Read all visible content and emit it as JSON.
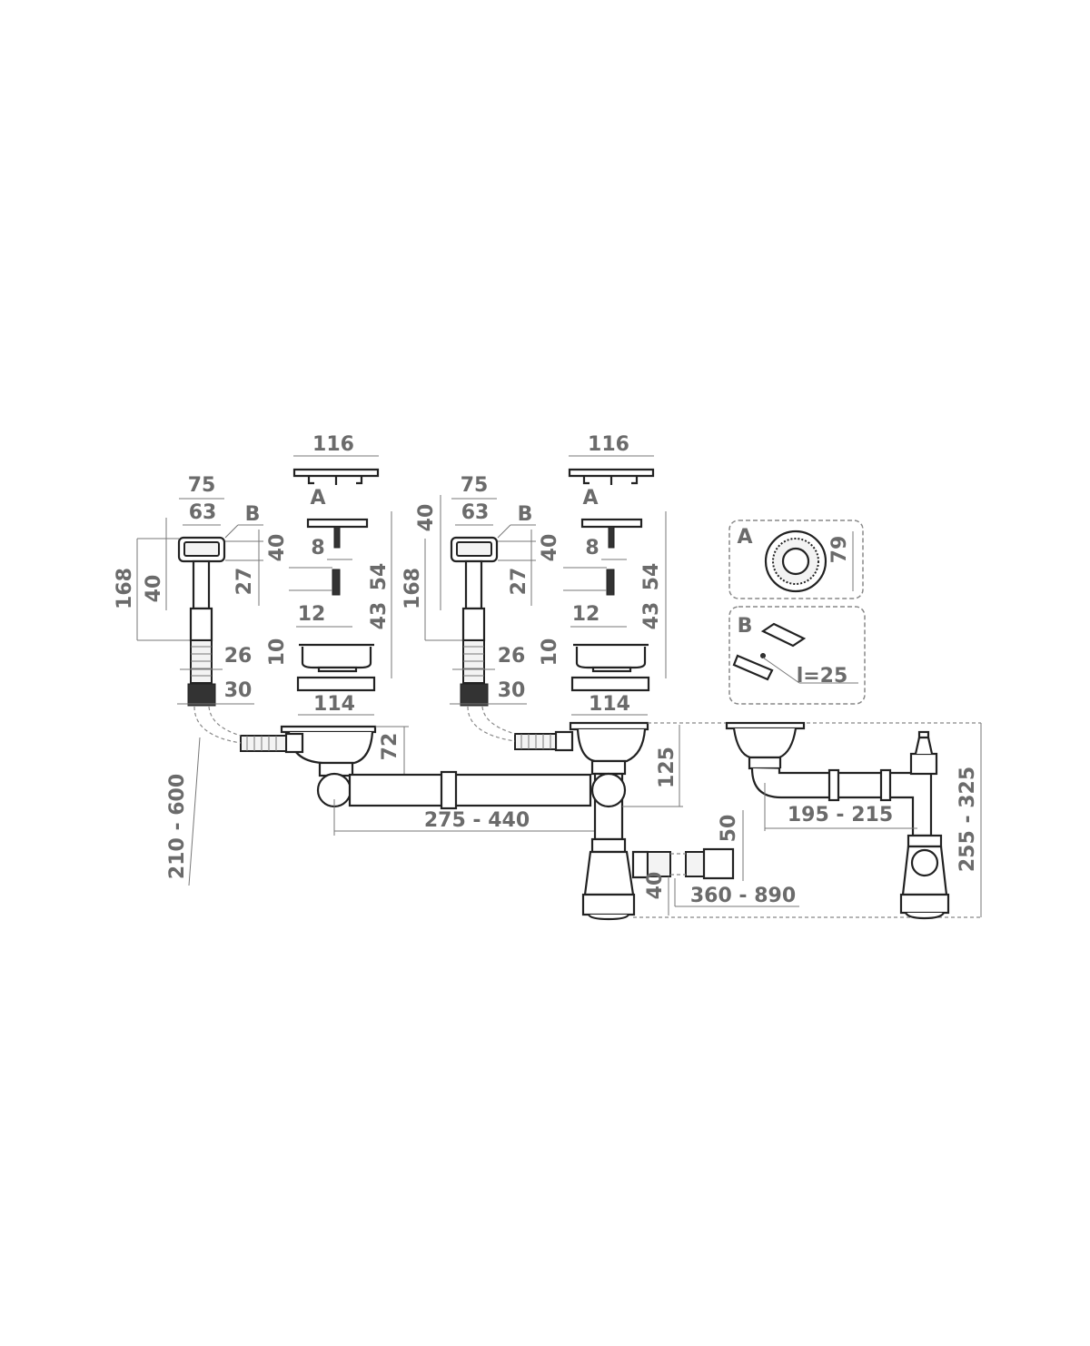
{
  "title": "Double sink siphon with overflow - dimensional drawing",
  "left_set": {
    "lid_width": "116",
    "overflow_outer": "75",
    "overflow_inner": "63",
    "label_b": "B",
    "overflow_total_height": "168",
    "overflow_height_40": "40",
    "overflow_height_40b": "40",
    "overflow_27": "27",
    "label_a": "A",
    "pin_8": "8",
    "screw_12": "12",
    "height_54": "54",
    "height_43": "43",
    "basket_10": "10",
    "hose_26": "26",
    "nut_30": "30",
    "strainer_114": "114",
    "drop_72": "72",
    "hose_length": "210 - 600"
  },
  "right_set": {
    "lid_width": "116",
    "overflow_outer": "75",
    "overflow_inner": "63",
    "label_b": "B",
    "overflow_total_height": "168",
    "overflow_height_40": "40",
    "overflow_height_40b": "40",
    "overflow_27": "27",
    "label_a": "A",
    "pin_8": "8",
    "screw_12": "12",
    "height_54": "54",
    "height_43": "43",
    "basket_10": "10",
    "hose_26": "26",
    "nut_30": "30",
    "strainer_114": "114"
  },
  "main": {
    "pipe_span": "275 - 440",
    "height_125": "125",
    "outlet_50": "50",
    "outlet_40": "40",
    "outlet_length": "360 - 890"
  },
  "detail_a": {
    "label": "A",
    "diameter": "79"
  },
  "detail_b": {
    "label": "B",
    "length": "l=25"
  },
  "single": {
    "span": "195 - 215",
    "height": "255 - 325"
  }
}
